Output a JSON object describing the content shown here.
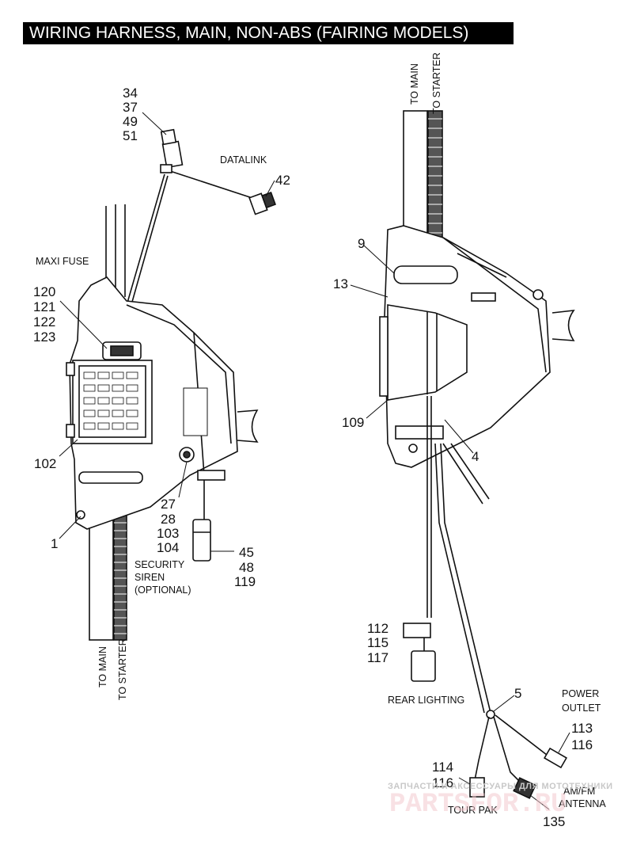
{
  "title": "WIRING HARNESS, MAIN, NON-ABS (FAIRING MODELS)",
  "callouts": {
    "c34": "34",
    "c37": "37",
    "c49": "49",
    "c51": "51",
    "c42": "42",
    "c120": "120",
    "c121": "121",
    "c122": "122",
    "c123": "123",
    "c102": "102",
    "c1": "1",
    "c27": "27",
    "c28": "28",
    "c103": "103",
    "c104": "104",
    "c45": "45",
    "c48": "48",
    "c119": "119",
    "c9": "9",
    "c13": "13",
    "c109": "109",
    "c4": "4",
    "c112": "112",
    "c115": "115",
    "c117": "117",
    "c5": "5",
    "c113": "113",
    "c116a": "116",
    "c114": "114",
    "c116b": "116",
    "c135": "135"
  },
  "labels": {
    "datalink": "DATALINK",
    "maxi_fuse": "MAXI FUSE",
    "security_siren_1": "SECURITY",
    "security_siren_2": "SIREN",
    "security_siren_3": "(OPTIONAL)",
    "to_main_left": "TO MAIN",
    "to_starter_left": "TO STARTER",
    "to_main_right": "TO MAIN",
    "to_starter_right": "TO STARTER",
    "rear_lighting": "REAR LIGHTING",
    "power_outlet_1": "POWER",
    "power_outlet_2": "OUTLET",
    "tour_pak": "TOUR PAK",
    "amfm_1": "AM/FM",
    "amfm_2": "ANTENNA"
  },
  "watermark": {
    "line1": "ЗАПЧАСТИ И АКСЕССУАРЫ ДЛЯ МОТОТЕХНИКИ",
    "line2": "PARTSFOR.RU"
  }
}
